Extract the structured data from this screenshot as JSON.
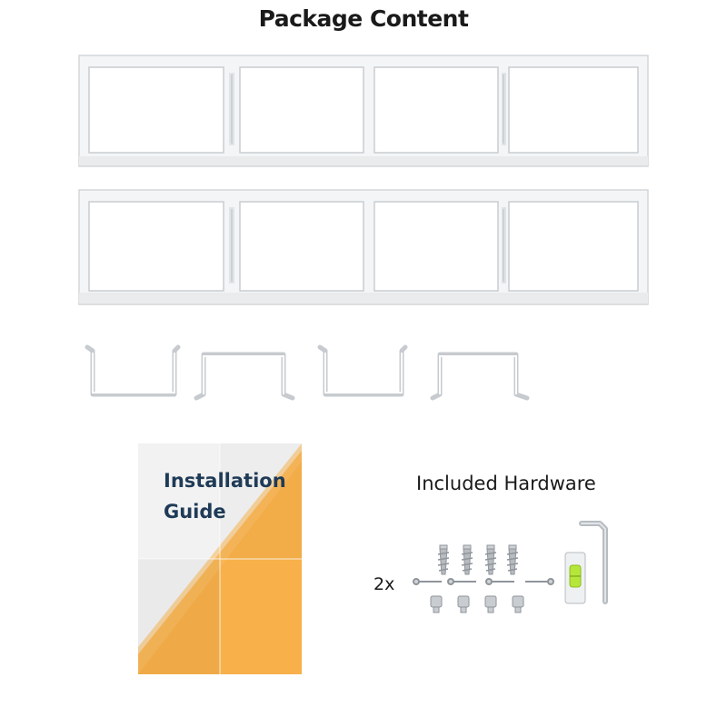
{
  "header": {
    "title": "Package Content"
  },
  "guide": {
    "line1": "Installation",
    "line2": "Guide"
  },
  "hardware": {
    "title": "Included Hardware",
    "quantity": "2x"
  },
  "colors": {
    "guide_orange": "#f7b04a",
    "guide_text": "#1f3b57",
    "level_green": "#b6e63a"
  }
}
